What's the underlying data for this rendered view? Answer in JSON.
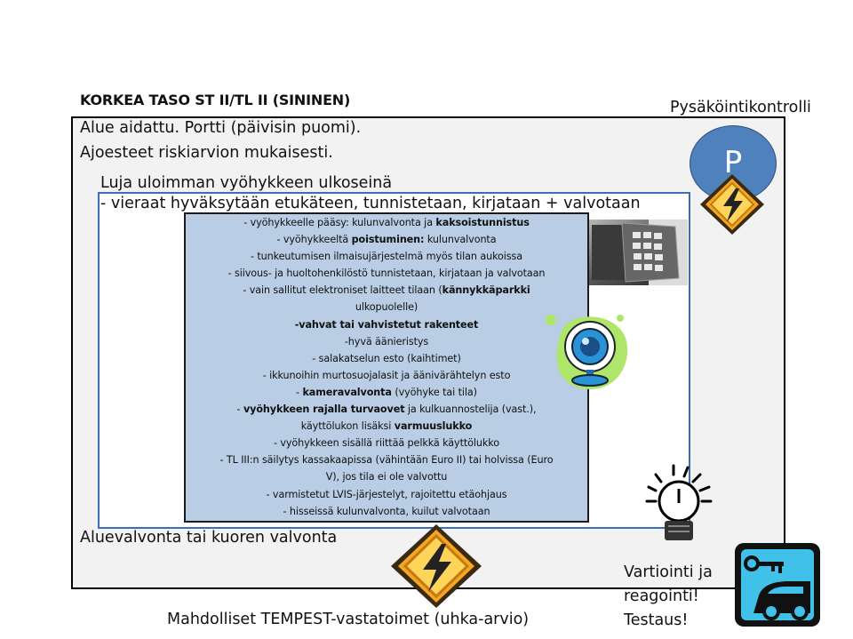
{
  "title": "KORKEA TASO ST II/TL II (SININEN)",
  "outer": {
    "line1": "Alue aidattu. Portti (päivisin puomi).",
    "line2": "Ajoesteet riskiarvion mukaisesti.",
    "bottom": "Aluevalvonta tai kuoren valvonta"
  },
  "inner": {
    "heading": "Luja uloimman vyöhykkeen ulkoseinä",
    "subheading": "- vieraat hyväksytään etukäteen, tunnistetaan, kirjataan + valvotaan"
  },
  "list": [
    {
      "parts": [
        {
          "t": "- vyöhykkeelle pääsy: kulunvalvonta ja "
        },
        {
          "t": "kaksoistunnistus",
          "b": true
        }
      ]
    },
    {
      "parts": [
        {
          "t": "-  vyöhykkeeltä "
        },
        {
          "t": "poistuminen:",
          "b": true
        },
        {
          "t": " kulunvalvonta"
        }
      ]
    },
    {
      "parts": [
        {
          "t": "- tunkeutumisen ilmaisujärjestelmä myös tilan aukoissa"
        }
      ]
    },
    {
      "parts": [
        {
          "t": "-  siivous- ja huoltohenkilöstö  tunnistetaan, kirjataan ja valvotaan"
        }
      ]
    },
    {
      "parts": [
        {
          "t": "- vain sallitut elektroniset laitteet tilaan ("
        },
        {
          "t": "kännykkäparkki",
          "b": true
        }
      ]
    },
    {
      "parts": [
        {
          "t": "ulkopuolelle)"
        }
      ]
    },
    {
      "parts": [
        {
          "t": "-vahvat tai vahvistetut rakenteet",
          "b": true
        }
      ]
    },
    {
      "parts": [
        {
          "t": "-hyvä äänieristys"
        }
      ]
    },
    {
      "parts": [
        {
          "t": "- salakatselun esto (kaihtimet)"
        }
      ]
    },
    {
      "parts": [
        {
          "t": "- ikkunoihin murtosuojalasit ja äänivärähtelyn esto"
        }
      ]
    },
    {
      "parts": [
        {
          "t": "- "
        },
        {
          "t": "kameravalvonta",
          "b": true
        },
        {
          "t": " (vyöhyke tai tila)"
        }
      ]
    },
    {
      "parts": [
        {
          "t": "- "
        },
        {
          "t": "vyöhykkeen rajalla turvaovet",
          "b": true
        },
        {
          "t": " ja kulkuannostelija (vast.),"
        }
      ]
    },
    {
      "parts": [
        {
          "t": "käyttölukon lisäksi "
        },
        {
          "t": "varmuuslukko",
          "b": true
        }
      ]
    },
    {
      "parts": [
        {
          "t": "- vyöhykkeen  sisällä riittää pelkkä käyttölukko"
        }
      ]
    },
    {
      "parts": [
        {
          "t": "- TL III:n säilytys kassakaapissa (vähintään Euro II) tai holvissa (Euro"
        }
      ]
    },
    {
      "parts": [
        {
          "t": "V), jos tila ei ole valvottu"
        }
      ]
    },
    {
      "parts": [
        {
          "t": "- varmistetut LVIS-järjestelyt, rajoitettu etäohjaus"
        }
      ]
    },
    {
      "parts": [
        {
          "t": "- hisseissä kulunvalvonta, kuilut valvotaan"
        }
      ]
    }
  ],
  "parking": {
    "label": "Pysäköintikontrolli",
    "symbol": "P"
  },
  "tempest": "Mahdolliset TEMPEST-vastatoimet (uhka-arvio)",
  "guard": {
    "line1": "Vartiointi ja",
    "line2": "reagointi!",
    "line3": "Testaus!"
  },
  "colors": {
    "inner_border": "#3d6db3",
    "list_bg": "#b9cde5",
    "parking_circle": "#4f81bd",
    "warning_orange": "#f5a623",
    "key_car_blue": "#3fc1ea"
  },
  "icons": {
    "warning": "lightning-warning-icon",
    "camera": "webcam-icon",
    "alarm": "alarm-bell-icon",
    "keycar": "car-key-icon",
    "keypad": "keypad-photo"
  }
}
